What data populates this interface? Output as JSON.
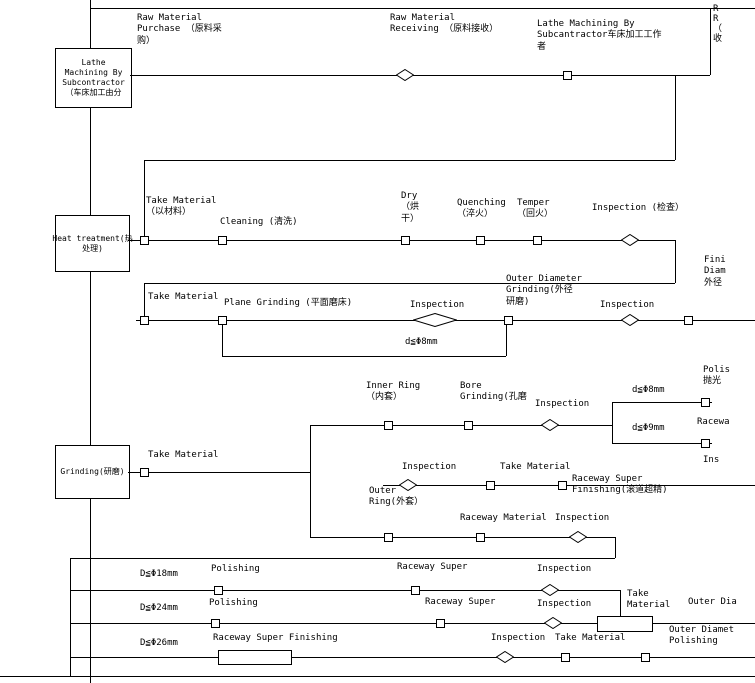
{
  "colors": {
    "line": "#000000",
    "background": "#ffffff"
  },
  "headers": {
    "col1": "Raw Material\nPurchase （原料采\n购）",
    "col2": "Raw Material\nReceiving （原料接收）",
    "col3": "Lathe Machining By\nSubcantractor车床加工工作\n者",
    "col4": "R\nR\n（\n收"
  },
  "lanes": {
    "lathe_box": "Lathe\nMachining By\nSubcontractor\n（车床加工由分",
    "heat_box": "Heat treatment(热\n处理)",
    "grinding_box": "Grinding(研磨)"
  },
  "heat": {
    "take_material": "Take Material\n（以材料）",
    "cleaning": "Cleaning (清洗)",
    "dry": "Dry\n（烘\n干）",
    "quenching": "Quenching\n（淬火）",
    "temper": "Temper\n（回火）",
    "inspection": "Inspection (检查）"
  },
  "surface": {
    "take_material": "Take Material",
    "plane_grinding": "Plane Grinding (平面磨床)",
    "inspection1": "Inspection",
    "outer_diameter_grinding": "Outer Diameter\nGrinding(外径\n研磨)",
    "inspection2": "Inspection",
    "right_truncated": "Fini\nDiam\n外径",
    "bypass_condition": "d≦Φ8mm"
  },
  "grind": {
    "take_material": "Take Material",
    "inner_ring": "Inner Ring\n（内套）",
    "bore_grinding": "Bore\nGrinding(孔磨",
    "inspection_inner": "Inspection",
    "cond_d8": "d≦Φ8mm",
    "cond_d9": "d≦Φ9mm",
    "right_polish": "Polis\n抛光",
    "right_raceway": "Racewa",
    "mid_inspection": "Inspection",
    "mid_take_material": "Take Material",
    "raceway_super_finishing": "Raceway Super\nFinishing(滚道超精)",
    "right_ins": "Ins",
    "outer_ring": "Outer\nRing(外套）",
    "raceway_material": "Raceway Material",
    "inspection_outer": "Inspection"
  },
  "bottom": {
    "row1": {
      "cond": "D≦Φ18mm",
      "polishing": "Polishing",
      "raceway_super": "Raceway Super",
      "inspection": "Inspection"
    },
    "row2": {
      "cond": "D≦Φ24mm",
      "polishing": "Polishing",
      "raceway_super": "Raceway Super",
      "inspection": "Inspection",
      "take_material": "Take\nMaterial",
      "right_truncated": "Outer Dia"
    },
    "row3": {
      "cond": "D≦Φ26mm",
      "raceway_super_finishing": "Raceway Super Finishing",
      "inspection": "Inspection",
      "take_material": "Take Material",
      "outer_diameter_polishing": "Outer Diamet\nPolishing"
    }
  }
}
